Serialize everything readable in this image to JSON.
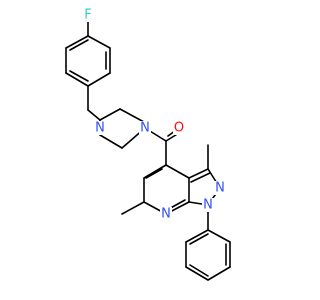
{
  "atoms": [
    {
      "id": "F",
      "label": "F",
      "color": "#33cccc"
    },
    {
      "id": "N1",
      "label": "N",
      "color": "#3050f8"
    },
    {
      "id": "N2",
      "label": "N",
      "color": "#3050f8"
    },
    {
      "id": "O",
      "label": "O",
      "color": "#ff0d0d"
    },
    {
      "id": "N3",
      "label": "N",
      "color": "#3050f8"
    },
    {
      "id": "N4",
      "label": "N",
      "color": "#3050f8"
    },
    {
      "id": "N5",
      "label": "N",
      "color": "#3050f8"
    }
  ]
}
